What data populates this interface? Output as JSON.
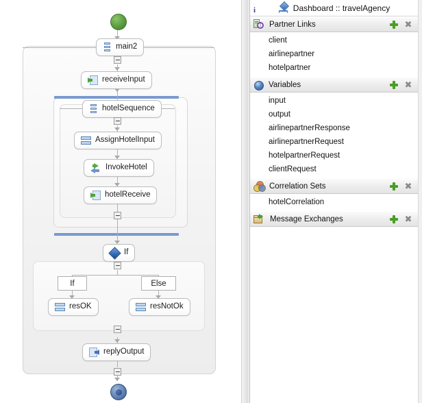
{
  "diagram": {
    "start_node": "start-event",
    "end_node": "end-event",
    "nodes": {
      "main2": "main2",
      "receive_input": "receiveInput",
      "hotel_sequence": "hotelSequence",
      "assign_hotel_input": "AssignHotelInput",
      "invoke_hotel": "InvokeHotel",
      "hotel_receive": "hotelReceive",
      "if_activity": "If",
      "branch_if": "If",
      "branch_else": "Else",
      "res_ok": "resOK",
      "res_not_ok": "resNotOk",
      "reply_output": "replyOutput"
    },
    "colors": {
      "scope_bar": "#7a99cf",
      "start": "#64a346",
      "end": "#3c5c91",
      "connector": "#b0b0b0"
    }
  },
  "dashboard": {
    "title": "Dashboard :: travelAgency",
    "info_marker": "i",
    "icon": "dashboard-icon"
  },
  "panel": {
    "add_label": "+",
    "delete_label": "✖",
    "sections": [
      {
        "id": "partner-links",
        "title": "Partner Links",
        "icon": "partner-links-icon",
        "items": [
          "client",
          "airlinepartner",
          "hotelpartner"
        ]
      },
      {
        "id": "variables",
        "title": "Variables",
        "icon": "variables-icon",
        "items": [
          "input",
          "output",
          "airlinepartnerResponse",
          "airlinepartnerRequest",
          "hotelpartnerRequest",
          "clientRequest"
        ]
      },
      {
        "id": "correlation-sets",
        "title": "Correlation Sets",
        "icon": "correlation-sets-icon",
        "items": [
          "hotelCorrelation"
        ]
      },
      {
        "id": "message-exchanges",
        "title": "Message Exchanges",
        "icon": "message-exchanges-icon",
        "items": []
      }
    ]
  }
}
